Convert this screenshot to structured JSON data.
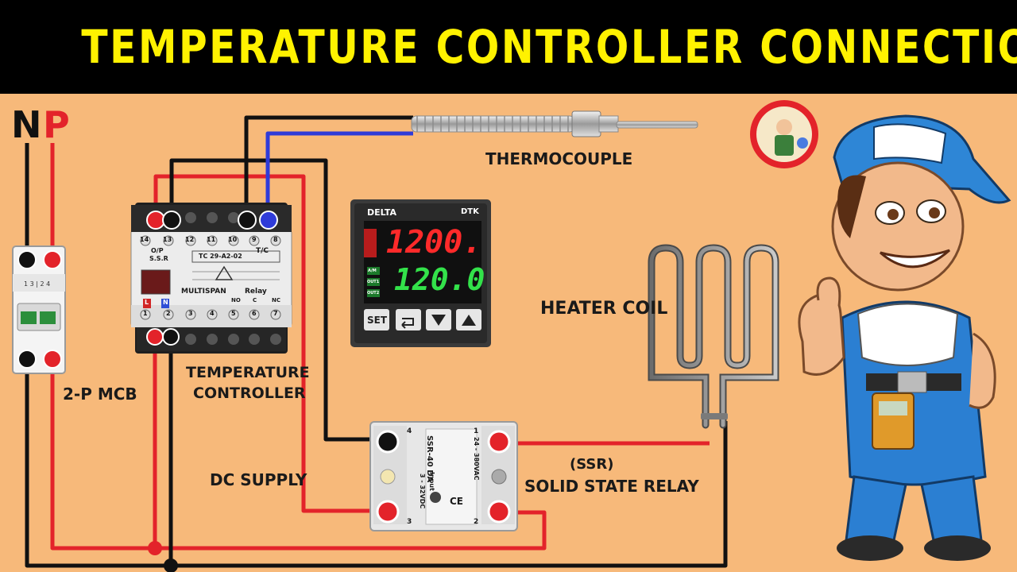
{
  "title": "TEMPERATURE CONTROLLER CONNECTION",
  "labels": {
    "neutral": "N",
    "phase": "P",
    "mcb": "2-P MCB",
    "controller_line1": "TEMPERATURE",
    "controller_line2": "CONTROLLER",
    "dc_supply": "DC SUPPLY",
    "thermocouple": "THERMOCOUPLE",
    "heater_coil": "HEATER COIL",
    "ssr_short": "(SSR)",
    "ssr_long": "SOLID STATE RELAY"
  },
  "controller_module": {
    "terminals_top": [
      "14",
      "13",
      "12",
      "11",
      "10",
      "9",
      "8"
    ],
    "terminals_bottom": [
      "1",
      "2",
      "3",
      "4",
      "5",
      "6",
      "7"
    ],
    "op_label": "O/P",
    "ssr_label": "S.S.R",
    "tc_label": "T/C",
    "model": "TC 29-A2-02",
    "brand": "MULTISPAN",
    "relay_label": "Relay",
    "no_label": "NO",
    "c_label": "C",
    "nc_label": "NC",
    "l_label": "L",
    "n_label": "N"
  },
  "display": {
    "brand": "DELTA",
    "model": "DTK",
    "pv": "1200.",
    "sv": "120.0",
    "indicators": [
      "A/M",
      "OUT1",
      "OUT2"
    ],
    "set_button": "SET"
  },
  "ssr": {
    "model": "SSR-40 DA",
    "input_range": "3 - 32VDC",
    "input_label": "Input",
    "output_range": "24 - 380VAC",
    "ce": "CE",
    "terminals": [
      "4",
      "1",
      "3",
      "2"
    ]
  },
  "colors": {
    "background": "#f7b97a",
    "title_text": "#fff200",
    "phase_wire": "#e3232a",
    "neutral_wire": "#111111",
    "signal_wire": "#2f3bd9"
  }
}
